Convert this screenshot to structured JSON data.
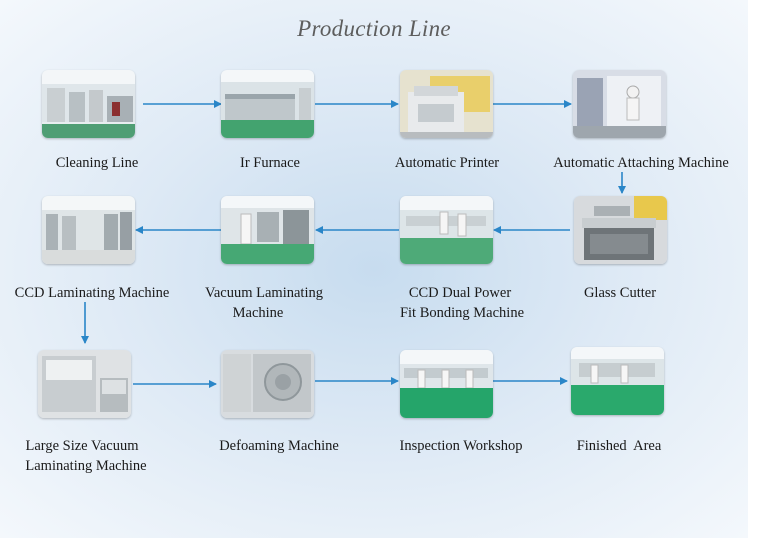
{
  "title": "Production Line",
  "colors": {
    "arrow": "#2a86c8",
    "floor_green": "#2fa36a",
    "title": "#5d5d5d"
  },
  "steps": [
    {
      "label": "Cleaning Line"
    },
    {
      "label": "Ir Furnace"
    },
    {
      "label": "Automatic Printer"
    },
    {
      "label": "Automatic Attaching Machine"
    },
    {
      "label": "Glass Cutter"
    },
    {
      "label": "CCD Dual Power",
      "label2": "Fit Bonding Machine"
    },
    {
      "label": "Vacuum Laminating",
      "label2": "Machine"
    },
    {
      "label": "CCD Laminating Machine"
    },
    {
      "label": "Large Size Vacuum",
      "label2": "Laminating Machine"
    },
    {
      "label": "Defoaming Machine"
    },
    {
      "label": "Inspection Workshop"
    },
    {
      "label": "Finished  Area"
    }
  ]
}
